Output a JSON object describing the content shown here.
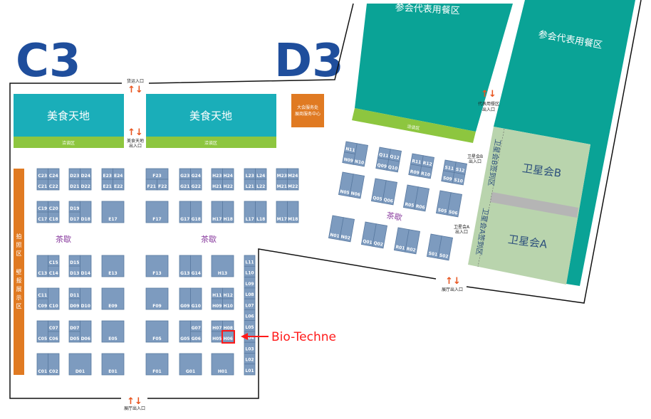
{
  "halls": {
    "c3_label": "C3",
    "d3_label": "D3"
  },
  "c3": {
    "food_court_left": "美食天地",
    "food_court_right": "美食天地",
    "negotiation_left": "洽谈区",
    "negotiation_right": "洽谈区",
    "service_center_line1": "大会服务处",
    "service_center_line2": "展商服务中心",
    "photo_area": "拍照区",
    "poster_area": "壁报展示区",
    "tea_left": "茶歇",
    "tea_right": "茶歇",
    "cargo_entrance": "货运入口",
    "food_entrance_line1": "美食天地",
    "food_entrance_line2": "出入口",
    "hall_entrance": "展厅出入口",
    "booths": [
      "C23",
      "C24",
      "C21",
      "C22",
      "D23",
      "D24",
      "D21",
      "D22",
      "E23",
      "E24",
      "E21",
      "E22",
      "F23",
      "F21",
      "F22",
      "G23",
      "G24",
      "G21",
      "G22",
      "H23",
      "H24",
      "H21",
      "H22",
      "L23",
      "L24",
      "L21",
      "L22",
      "M23",
      "M24",
      "M21",
      "M22",
      "C19",
      "C20",
      "C17",
      "C18",
      "D19",
      "D17",
      "D18",
      "E17",
      "F17",
      "G17",
      "G18",
      "H17",
      "H18",
      "L17",
      "L18",
      "M17",
      "M18",
      "C13",
      "C15",
      "C14",
      "D15",
      "D13",
      "D14",
      "E13",
      "F13",
      "G13",
      "G14",
      "H13",
      "C11",
      "C09",
      "C10",
      "D11",
      "D09",
      "D10",
      "E09",
      "F09",
      "G09",
      "G10",
      "H11",
      "H12",
      "H09",
      "H10",
      "C05",
      "C07",
      "C06",
      "D07",
      "D05",
      "D06",
      "E05",
      "F05",
      "G05",
      "G07",
      "G06",
      "H07",
      "H08",
      "H05",
      "H06",
      "C01",
      "C02",
      "D01",
      "E01",
      "F01",
      "G01",
      "H01",
      "L11",
      "L10",
      "L09",
      "L08",
      "L07",
      "L06",
      "L05",
      "L04",
      "L03",
      "L02",
      "L01"
    ]
  },
  "d3": {
    "dining_left": "参会代表用餐区",
    "dining_right": "参会代表用餐区",
    "negotiation": "洽谈区",
    "dining_entrance_line1": "代表用餐区",
    "dining_entrance_line2": "出入口",
    "satellite_b": "卫星会B",
    "satellite_a": "卫星会A",
    "checkin_b": "卫星会B签到区",
    "checkin_a": "卫星会A签到区",
    "entrance_b_line1": "卫星会B",
    "entrance_b_line2": "出入口",
    "entrance_a_line1": "卫星会A",
    "entrance_a_line2": "出入口",
    "tea": "茶歇",
    "hall_entrance": "展厅出入口",
    "booths": [
      "N11",
      "N09",
      "N10",
      "Q11",
      "Q12",
      "Q09",
      "Q10",
      "R11",
      "R12",
      "R09",
      "R10",
      "S11",
      "S12",
      "S09",
      "S10",
      "N05",
      "N06",
      "Q05",
      "Q06",
      "R05",
      "R06",
      "S05",
      "S06",
      "N01",
      "N02",
      "Q01",
      "Q02",
      "R01",
      "R02",
      "S01",
      "S02"
    ]
  },
  "annotation": {
    "company": "Bio-Techne",
    "highlighted_booth": "H06",
    "color": "#ff1a1a"
  },
  "icons": {
    "entrance": "up-down-arrows-icon"
  },
  "colors": {
    "food_court": "#1aaeb9",
    "negotiation": "#8dc63f",
    "dining": "#0aa396",
    "satellite": "#b9d4ad",
    "service": "#e07a22",
    "booth": "#7d9bbf",
    "hall_label": "#1f4e9c",
    "tea": "#8b3fa0"
  }
}
